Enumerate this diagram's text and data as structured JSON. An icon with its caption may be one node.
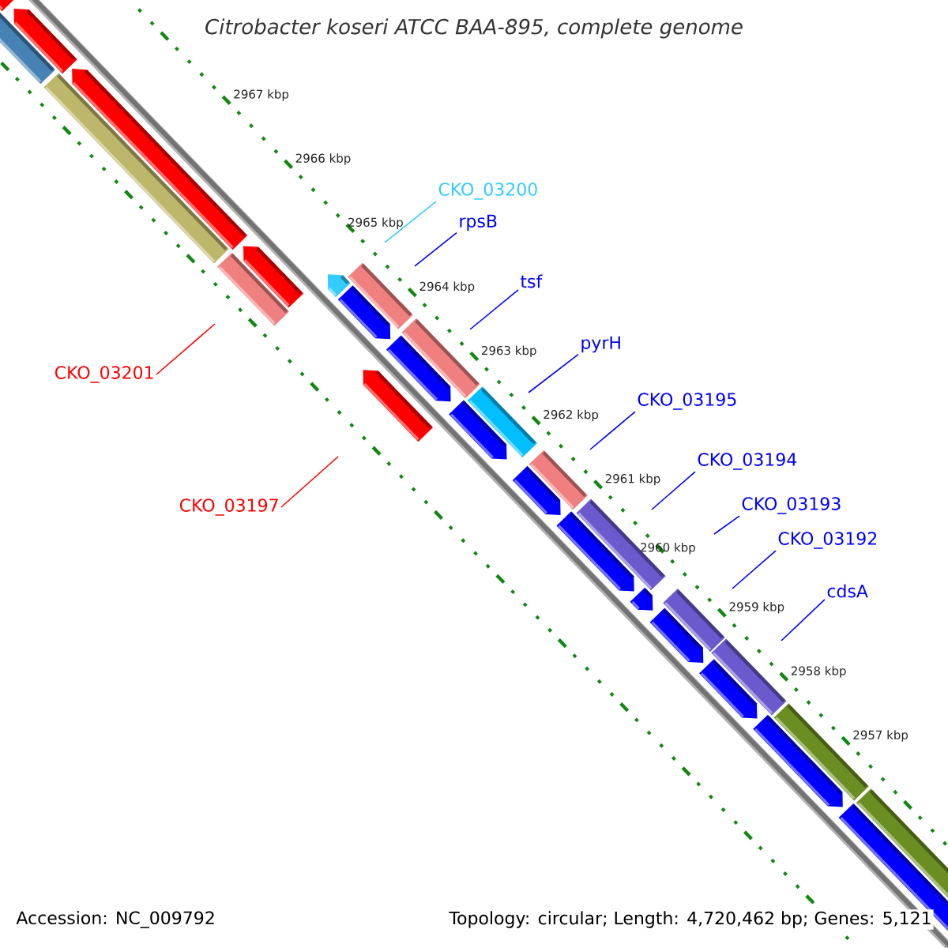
{
  "diagram": {
    "title": "Citrobacter koseri ATCC BAA-895, complete genome",
    "nodes": [
      {
        "text": [
          "CKO_03200"
        ]
      },
      {
        "text": [
          "rpsB"
        ]
      },
      {
        "text": [
          "tsf"
        ]
      },
      {
        "text": [
          "pyrH"
        ]
      },
      {
        "text": [
          "CKO_03201"
        ]
      },
      {
        "text": [
          "CKO_03195"
        ]
      },
      {
        "text": [
          "CKO_03194"
        ]
      },
      {
        "text": [
          "CKO_03197"
        ]
      },
      {
        "text": [
          "CKO_03193"
        ]
      },
      {
        "text": [
          "CKO_03192"
        ]
      },
      {
        "text": [
          "cdsA"
        ]
      }
    ],
    "edges": [
      {
        "from": 0,
        "to": null,
        "arrow": "none",
        "color": "#33ccff"
      },
      {
        "from": 1,
        "to": null,
        "arrow": "none"
      },
      {
        "from": 2,
        "to": null,
        "arrow": "none"
      },
      {
        "from": 3,
        "to": null,
        "arrow": "none"
      },
      {
        "from": 4,
        "to": null,
        "arrow": "none",
        "color": "#ff0000"
      },
      {
        "from": 5,
        "to": null,
        "arrow": "none"
      },
      {
        "from": 6,
        "to": null,
        "arrow": "none"
      },
      {
        "from": 7,
        "to": null,
        "arrow": "none",
        "color": "#ff0000"
      },
      {
        "from": 8,
        "to": null,
        "arrow": "none"
      },
      {
        "from": 9,
        "to": null,
        "arrow": "none"
      },
      {
        "from": 10,
        "to": null,
        "arrow": "none"
      }
    ],
    "labels": [
      "2967 kbp",
      "2966 kbp",
      "2965 kbp",
      "2964 kbp",
      "2963 kbp",
      "2962 kbp",
      "2961 kbp",
      "2960 kbp",
      "2959 kbp",
      "2958 kbp",
      "2957 kbp",
      "Accession: NC_009792",
      "Topology: circular; Length: 4,720,462 bp; Genes: 5,121"
    ]
  }
}
